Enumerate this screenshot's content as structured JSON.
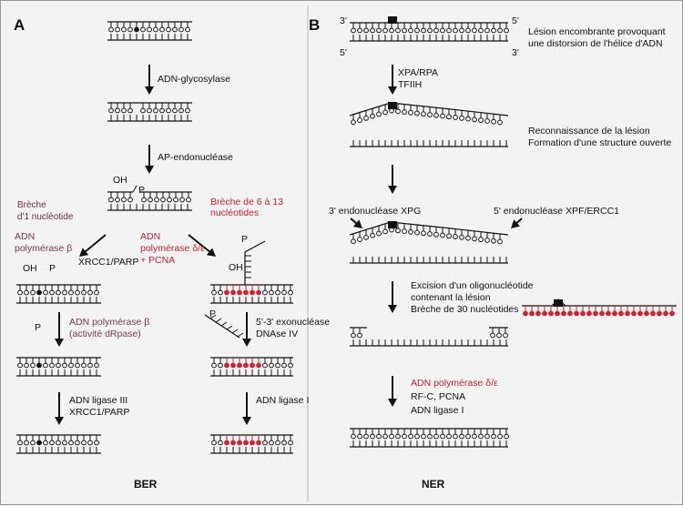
{
  "panels": {
    "ber": {
      "letter": "A",
      "footer": "BER",
      "steps": {
        "glycosylase": "ADN-glycosylase",
        "ap_endo": "AP-endonucléase",
        "gap1_line1": "Brèche",
        "gap1_line2": "d'1 nucléotide",
        "gap_long_line1": "Brèche de 6 à 13",
        "gap_long_line2": "nucléotides",
        "pol_beta_line1": "ADN",
        "pol_beta_line2": "polymérase β",
        "xrcc1_parp": "XRCC1/PARP",
        "pol_de_line1": "ADN",
        "pol_de_line2": "polymérase δ/ε",
        "pol_de_line3": "+ PCNA",
        "pol_beta_drpase_line1": "ADN polymérase β",
        "pol_beta_drpase_line2": "(activité dRpase)",
        "exo_line1": "5'-3' exonucléase",
        "exo_line2": "DNAse IV",
        "ligase3_line1": "ADN ligase III",
        "ligase3_line2": "XRCC1/PARP",
        "ligase1": "ADN ligase I",
        "oh": "OH",
        "p": "P"
      }
    },
    "ner": {
      "letter": "B",
      "footer": "NER",
      "end_3": "3'",
      "end_5": "5'",
      "steps": {
        "lesion_line1": "Lésion encombrante provoquant",
        "lesion_line2": "une distorsion de l'hélice d'ADN",
        "xpa_rpa": "XPA/RPA",
        "tfiih": "TFIIH",
        "recog_line1": "Reconnaissance de la lésion",
        "recog_line2": "Formation d'une structure ouverte",
        "endo3": "3' endonucléase XPG",
        "endo5": "5' endonucléase XPF/ERCC1",
        "excision_line1": "Excision d'un oligonucléotide",
        "excision_line2": "contenant la lésion",
        "excision_line3": "Brèche de 30 nucléotides",
        "pol_de": "ADN polymérase δ/ε",
        "rfc_pcna": "RF-C, PCNA",
        "ligase1": "ADN ligase I"
      }
    }
  },
  "colors": {
    "text": "#111111",
    "highlight_red": "#cc2233",
    "muted_label": "#7a3b4a",
    "background": "#f3f3f3"
  }
}
